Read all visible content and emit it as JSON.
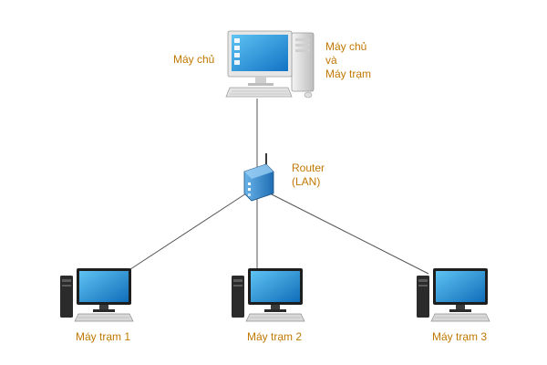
{
  "nodes": {
    "server": {
      "label": "Máy chủ",
      "role_line1": "Máy chủ",
      "role_line2": "và",
      "role_line3": "Máy trạm"
    },
    "router": {
      "line1": "Router",
      "line2": "(LAN)"
    },
    "workstations": [
      {
        "label": "Máy trạm 1"
      },
      {
        "label": "Máy trạm 2"
      },
      {
        "label": "Máy trạm 3"
      }
    ]
  },
  "colors": {
    "label": "#c07800",
    "connection": "#555555",
    "screen": "#2a9ee0",
    "tower": "#2b2b2b",
    "router_body": "#3c8fd0"
  },
  "icons": {
    "server": "desktop-computer-icon",
    "router": "wireless-router-icon",
    "workstation": "workstation-computer-icon"
  }
}
